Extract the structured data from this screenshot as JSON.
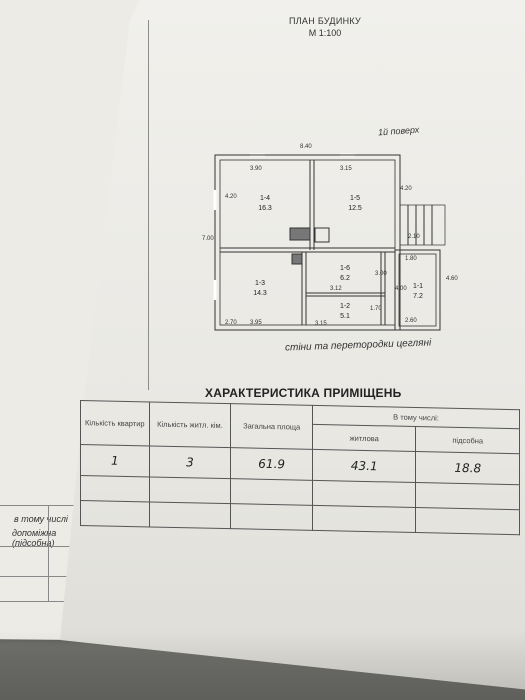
{
  "header": {
    "title": "ПЛАН БУДИНКУ",
    "scale": "М 1:100",
    "floor": "1й поверх"
  },
  "plan": {
    "dims": {
      "top": "8.40",
      "rooms_top_left": "3.90",
      "rooms_top_right": "3.15",
      "left_upper": "4.20",
      "left_total": "7.00",
      "right_upper": "4.20",
      "entry_width": "2.10",
      "entry_small": "1.80",
      "bottom_left_a": "2.70",
      "bottom_left_b": "3.95",
      "bottom_mid": "3.15",
      "middle_height": "3.00",
      "middle_width": "3.12",
      "small_height": "1.70",
      "right_lower_height": "4.60",
      "right_lower_width": "2.60",
      "porch_height": "4.00"
    },
    "rooms": [
      {
        "id": "1-4",
        "area": "16.3"
      },
      {
        "id": "1-5",
        "area": "12.5"
      },
      {
        "id": "1-3",
        "area": "14.3"
      },
      {
        "id": "1-6",
        "area": "6.2"
      },
      {
        "id": "1-2",
        "area": "5.1"
      },
      {
        "id": "1-1",
        "area": "7.2"
      }
    ],
    "note": "стіни та перетородки цегляні"
  },
  "characteristics": {
    "heading": "ХАРАКТЕРИСТИКА ПРИМІЩЕНЬ",
    "columns": {
      "apartments": "Кількість квартир",
      "rooms": "Кількість житл. кім.",
      "total_area": "Загальна площа",
      "including": "В тому числі:",
      "living": "житлова",
      "auxiliary": "підсобна"
    },
    "row": {
      "apartments": "1",
      "rooms": "3",
      "total_area": "61.9",
      "living": "43.1",
      "auxiliary": "18.8"
    }
  },
  "under_sheet": {
    "label_1": "в тому числі",
    "label_2": "допоміжна",
    "label_3": "(підсобна)"
  }
}
